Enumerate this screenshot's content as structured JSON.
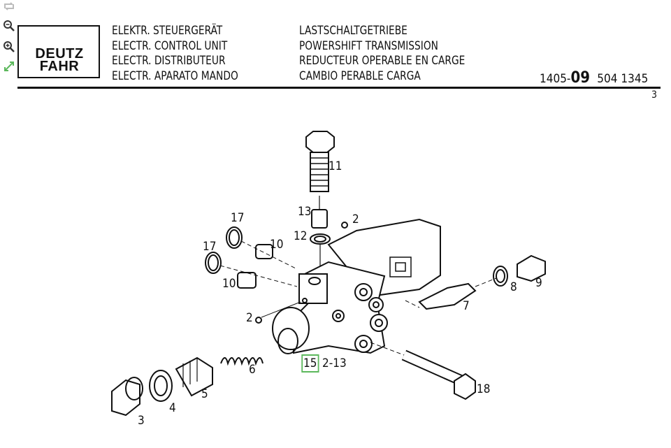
{
  "toolbar": {
    "icons": [
      "rotate-icon",
      "zoom-out-icon",
      "zoom-in-icon",
      "fit-screen-icon"
    ],
    "accent": "#5cb85c"
  },
  "header": {
    "logo": "DEUTZ FAHR",
    "component": [
      "ELEKTR. STEUERGERÄT",
      "ELECTR. CONTROL UNIT",
      "ELECTR. DISTRIBUTEUR",
      "ELECTR. APARATO MANDO"
    ],
    "assembly": [
      "LASTSCHALTGETRIEBE",
      "POWERSHIFT TRANSMISSION",
      "REDUCTEUR OPERABLE EN CARGE",
      "CAMBIO PERABLE CARGA"
    ],
    "group_prefix": "1405-",
    "group_main": "09",
    "part_number": "504 1345",
    "page": "3"
  },
  "callouts": [
    "11",
    "13",
    "2",
    "17",
    "10",
    "12",
    "17",
    "10",
    "2",
    "8",
    "9",
    "7",
    "15",
    "2-13",
    "6",
    "5",
    "4",
    "3",
    "18"
  ],
  "selected_callout": "15"
}
